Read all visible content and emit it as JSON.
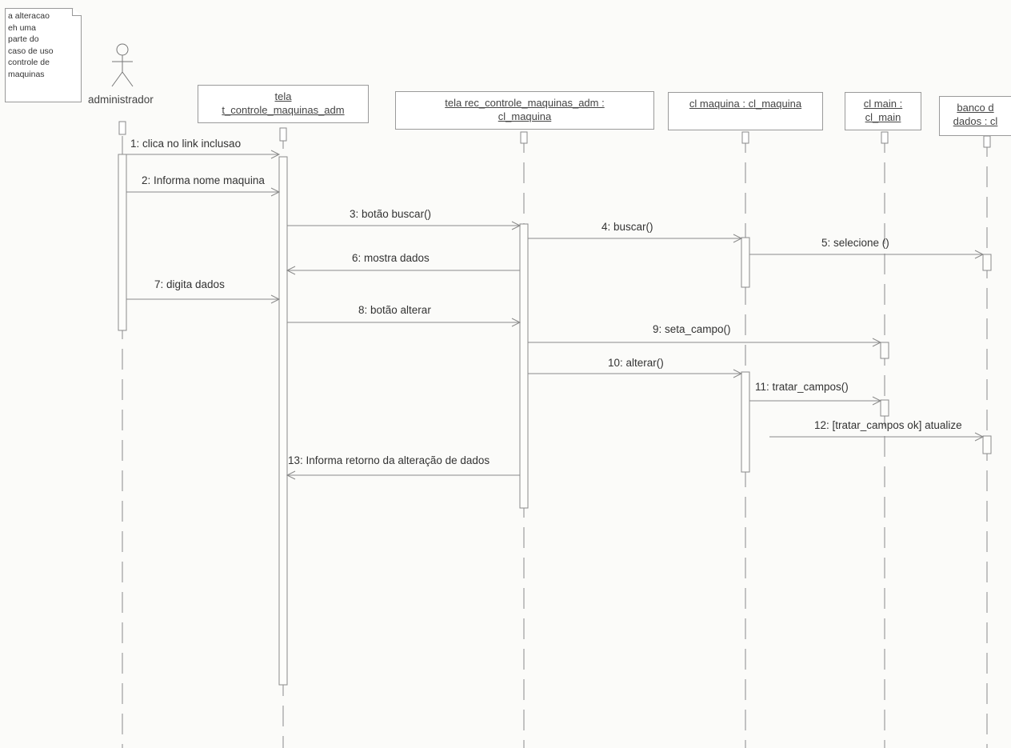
{
  "note": {
    "lines": [
      "a alteracao",
      "eh uma",
      "parte do",
      "caso de uso",
      "controle de",
      "maquinas"
    ]
  },
  "actor": {
    "name": "administrador"
  },
  "objects": [
    {
      "lines": [
        "tela",
        "t_controle_maquinas_adm"
      ]
    },
    {
      "lines": [
        "tela rec_controle_maquinas_adm :",
        "cl_maquina"
      ]
    },
    {
      "lines": [
        "cl maquina : cl_maquina"
      ]
    },
    {
      "lines": [
        "cl main :",
        "cl_main"
      ]
    },
    {
      "lines": [
        "banco d",
        "dados : cl"
      ]
    }
  ],
  "messages": [
    {
      "label": "1: clica no link inclusao"
    },
    {
      "label": "2: Informa nome maquina"
    },
    {
      "label": "3: botão buscar()"
    },
    {
      "label": "4: buscar()"
    },
    {
      "label": "5: selecione ()"
    },
    {
      "label": "6: mostra dados"
    },
    {
      "label": "7: digita dados"
    },
    {
      "label": "8: botão alterar"
    },
    {
      "label": "9: seta_campo()"
    },
    {
      "label": "10: alterar()"
    },
    {
      "label": "11: tratar_campos()"
    },
    {
      "label": "12: [tratar_campos ok] atualize"
    },
    {
      "label": "13: Informa retorno da alteração de dados"
    }
  ]
}
